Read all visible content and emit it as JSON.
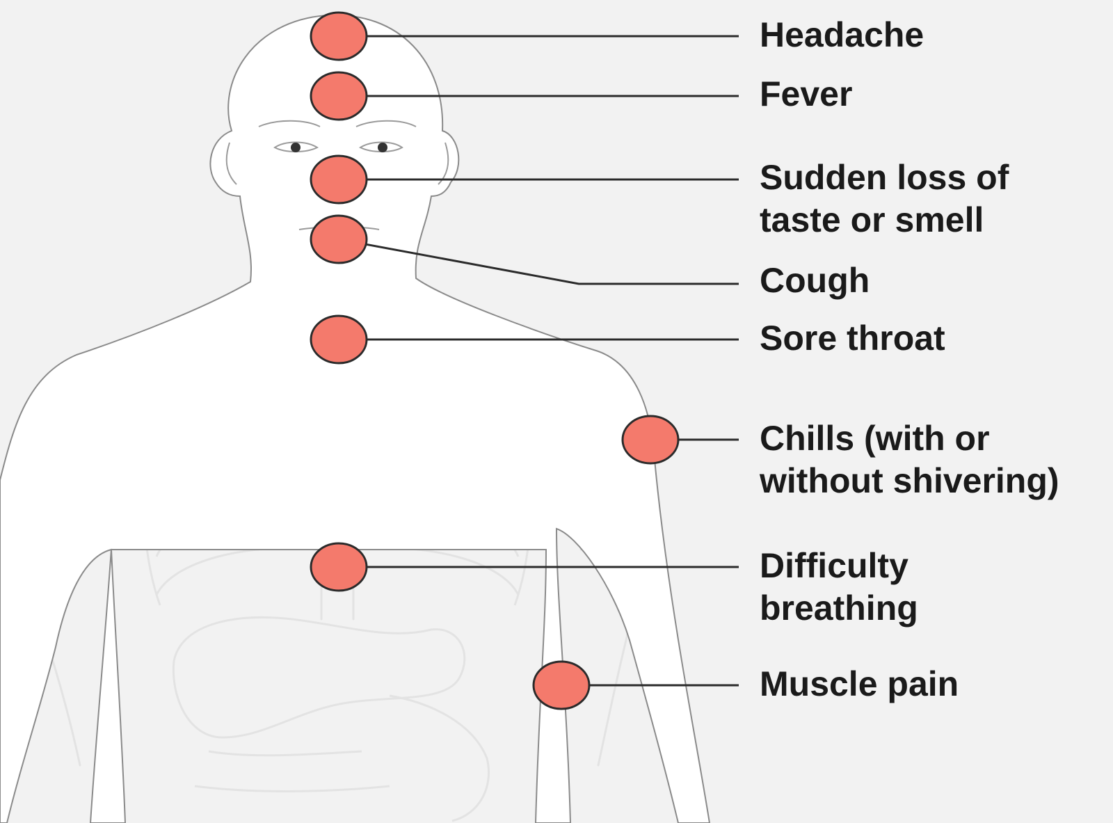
{
  "colors": {
    "background": "#f2f2f2",
    "body_fill": "#ffffff",
    "outline": "#8a8a8a",
    "anatomy": "#e3e3e3",
    "marker_fill": "#f47a6c",
    "marker_stroke": "#2b2b2b",
    "leader_line": "#2b2b2b",
    "text": "#1a1a1a"
  },
  "symptoms": [
    {
      "label": "Headache"
    },
    {
      "label": "Fever"
    },
    {
      "label": "Sudden loss of\ntaste or smell"
    },
    {
      "label": "Cough"
    },
    {
      "label": "Sore throat"
    },
    {
      "label": "Chills (with or\nwithout shivering)"
    },
    {
      "label": "Difficulty\nbreathing"
    },
    {
      "label": "Muscle pain"
    }
  ]
}
